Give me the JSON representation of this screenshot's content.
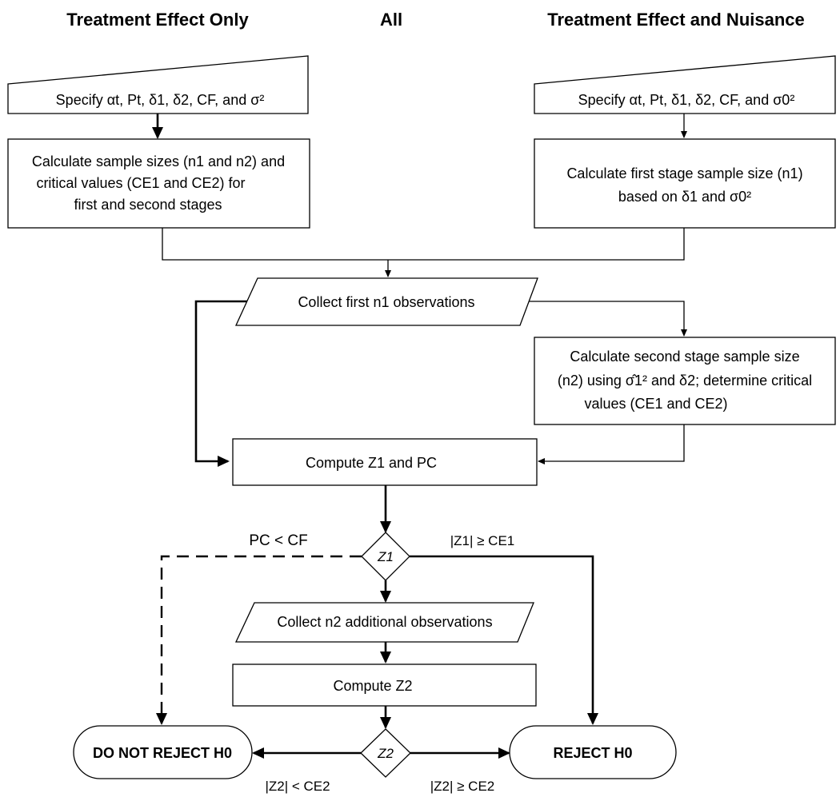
{
  "headers": {
    "left": "Treatment Effect Only",
    "center": "All",
    "right": "Treatment Effect and Nuisance"
  },
  "nodes": {
    "specify_left": "Specify αt, Pt, δ1, δ2, CF, and σ²",
    "specify_right": "Specify αt, Pt, δ1, δ2, CF, and σ0²",
    "calc_left": {
      "line1": "Calculate sample sizes (n1 and n2) and",
      "line2": "critical values (CE1 and CE2) for",
      "line3": "first and second stages"
    },
    "calc_right": {
      "line1": "Calculate first stage sample size (n1)",
      "line2": "based on δ1 and σ0²"
    },
    "collect_first": "Collect first n1 observations",
    "calc_second": {
      "line1": "Calculate second stage sample size",
      "line2": "(n2) using σ̂1² and δ2; determine critical",
      "line3": "values (CE1 and CE2)"
    },
    "compute_z1": "Compute Z1 and PC",
    "decision_z1": "Z1",
    "collect_additional": "Collect n2 additional observations",
    "compute_z2": "Compute Z2",
    "decision_z2": "Z2",
    "do_not_reject": "DO NOT REJECT H0",
    "reject": "REJECT H0"
  },
  "edge_labels": {
    "pc_lt_cf": "PC < CF",
    "z1_ge_ce1": "|Z1| ≥ CE1",
    "z2_lt_ce2": "|Z2| < CE2",
    "z2_ge_ce2": "|Z2| ≥ CE2"
  }
}
